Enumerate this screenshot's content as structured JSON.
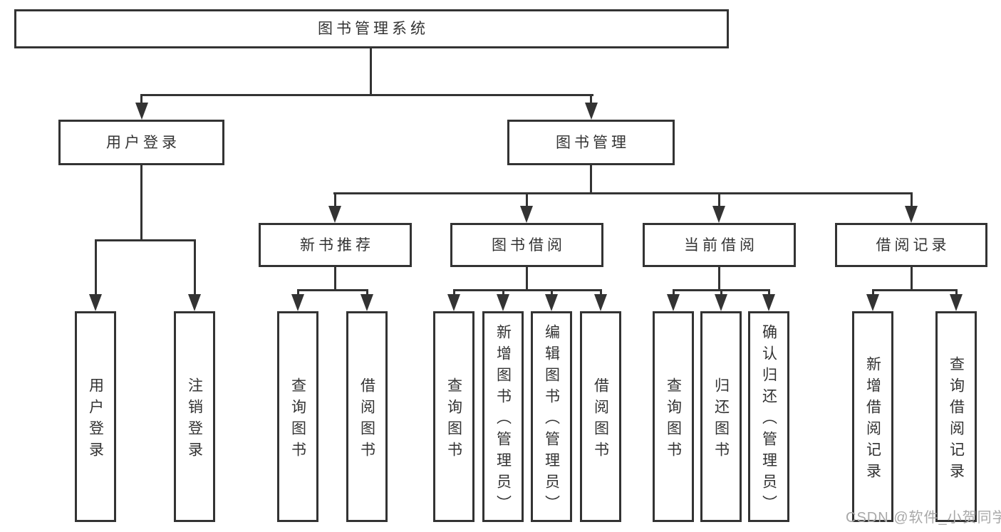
{
  "tree": {
    "label": "图书管理系统",
    "children": [
      {
        "label": "用户登录",
        "children": [
          {
            "label": "用户登录"
          },
          {
            "label": "注销登录"
          }
        ]
      },
      {
        "label": "图书管理",
        "children": [
          {
            "label": "新书推荐",
            "children": [
              {
                "label": "查询图书"
              },
              {
                "label": "借阅图书"
              }
            ]
          },
          {
            "label": "图书借阅",
            "children": [
              {
                "label": "查询图书"
              },
              {
                "label": "新增图书（管理员）"
              },
              {
                "label": "编辑图书（管理员）"
              },
              {
                "label": "借阅图书"
              }
            ]
          },
          {
            "label": "当前借阅",
            "children": [
              {
                "label": "查询图书"
              },
              {
                "label": "归还图书"
              },
              {
                "label": "确认归还（管理员）"
              }
            ]
          },
          {
            "label": "借阅记录",
            "children": [
              {
                "label": "新增借阅记录"
              },
              {
                "label": "查询借阅记录"
              }
            ]
          }
        ]
      }
    ]
  },
  "watermark": {
    "text": "CSDN @软件_小贺同学"
  },
  "colors": {
    "line": "#333333",
    "text": "#333333",
    "watermark": "#a8a8a8",
    "background": "#ffffff"
  }
}
